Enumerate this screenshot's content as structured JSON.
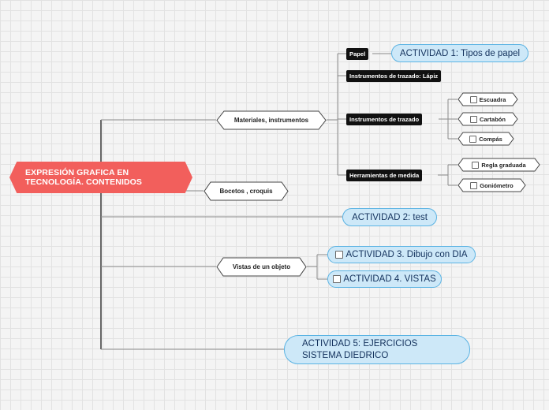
{
  "root": {
    "title": "EXPRESIÓN GRAFICA EN TECNOLOGÍA. CONTENIDOS"
  },
  "branches": {
    "materiales": "Materiales, instrumentos",
    "bocetos": "Bocetos , croquis",
    "actividad2": "ACTIVIDAD 2: test",
    "vistas": "Vistas de un objeto",
    "actividad5": "ACTIVIDAD 5: EJERCICIOS SISTEMA DIEDRICO"
  },
  "materiales": {
    "papel": "Papel",
    "actividad1": "ACTIVIDAD 1: Tipos de papel",
    "lapiz": "Instrumentos de trazado: Lápiz",
    "trazado": "Instrumentos de trazado",
    "trazado_items": [
      "Escuadra",
      "Cartabón",
      "Compás"
    ],
    "medida": "Herramientas de medida",
    "medida_items": [
      "Regla graduada",
      "Goniómetro"
    ]
  },
  "vistas": {
    "items": [
      "ACTIVIDAD 3. Dibujo con DIA",
      "ACTIVIDAD 4. VISTAS"
    ]
  },
  "colors": {
    "root": "#f25f5c",
    "pill": "#cde8f8",
    "pill_border": "#5bb3e3",
    "dark": "#111111",
    "line": "#8a8a8a"
  }
}
